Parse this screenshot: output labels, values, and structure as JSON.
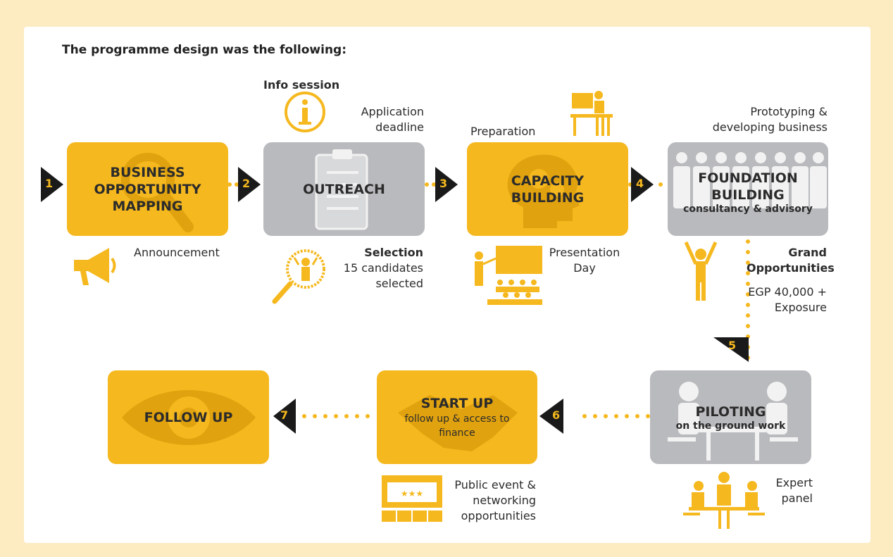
{
  "heading": "The programme design was the following:",
  "colors": {
    "yellow": "#f5b81e",
    "grey": "#b9babd",
    "background": "#fdebc2",
    "triangle": "#1a1a1a"
  },
  "steps": [
    {
      "num": "1",
      "title1": "BUSINESS",
      "title2": "OPPORTUNITY",
      "title3": "MAPPING",
      "icon": "magnifier-icon"
    },
    {
      "num": "2",
      "title": "OUTREACH",
      "icon": "clipboard-icon"
    },
    {
      "num": "3",
      "title1": "CAPACITY",
      "title2": "BUILDING",
      "icon": "head-gears-icon"
    },
    {
      "num": "4",
      "title1": "FOUNDATION",
      "title2": "BUILDING",
      "sub": "consultancy & advisory",
      "icon": "team-icon"
    },
    {
      "num": "5",
      "title": "PILOTING",
      "sub": "on the ground work",
      "icon": "meeting-icon"
    },
    {
      "num": "6",
      "title": "START UP",
      "sub1": "follow up & access to",
      "sub2": "finance",
      "icon": "handshake-icon"
    },
    {
      "num": "7",
      "title": "FOLLOW UP",
      "icon": "eye-icon"
    }
  ],
  "labels": {
    "info_session": "Info session",
    "application1": "Application",
    "application2": "deadline",
    "preparation": "Preparation",
    "prototyping1": "Prototyping &",
    "prototyping2": "developing business",
    "announcement": "Announcement",
    "selection": "Selection",
    "selection2": "15 candidates",
    "selection3": "selected",
    "presentation1": "Presentation",
    "presentation2": "Day",
    "grand1": "Grand",
    "grand2": "Opportunities",
    "grand3": "EGP 40,000 +",
    "grand4": "Exposure",
    "public1": "Public event &",
    "public2": "networking",
    "public3": "opportunities",
    "expert1": "Expert",
    "expert2": "panel"
  }
}
